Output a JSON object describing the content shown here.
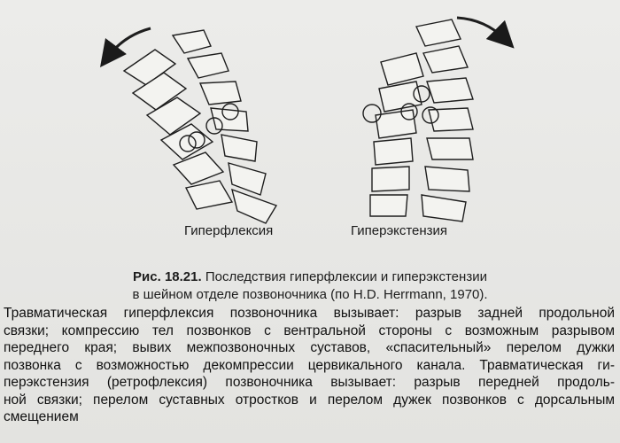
{
  "figure": {
    "label_left": "Гиперфлексия",
    "label_right": "Гиперэкстензия"
  },
  "caption": {
    "number": "Рис. 18.21.",
    "line1": "Последствия гиперфлексии и гиперэкстензии",
    "line2": "в шейном отделе позвоночника (по H.D. Herrmann, 1970)."
  },
  "body": {
    "lines": [
      "Травматическая гиперфлексия позвоночника вызывает: разрыв задней продольной",
      "связки; компрессию тел позвонков с вентральной стороны с возможным разрывом",
      "переднего края; вывих межпозвоночных суставов, «спасительный» перелом дужки",
      "позвонка с возможностью декомпрессии цервикального канала. Травматическая ги-",
      "перэкстензия (ретрофлексия) позвоночника вызывает: разрыв передней продоль-",
      "ной связки; перелом суставных отростков и перелом дужек позвонков с дорсальным",
      "смещением"
    ]
  },
  "colors": {
    "background": "#e9e9e6",
    "ink": "#1d1d1d"
  }
}
